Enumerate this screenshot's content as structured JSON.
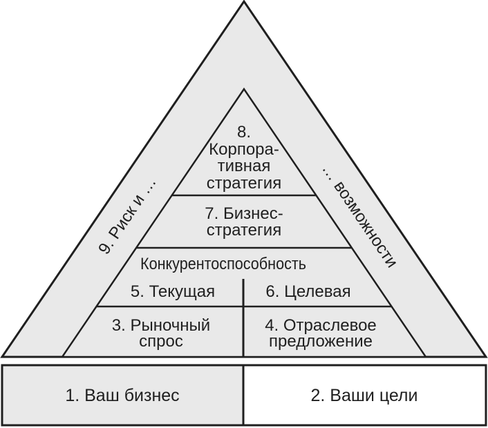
{
  "colors": {
    "fill_gray": "#e9e9e9",
    "fill_white": "#ffffff",
    "stroke": "#1f1f1f",
    "text": "#1f1f1f",
    "background": "#ffffff"
  },
  "pyramid": {
    "left_edge_label": "9. Риск и …",
    "right_edge_label": "… возможности",
    "level8": {
      "line1": "8.",
      "line2": "Корпора-",
      "line3": "тивная",
      "line4": "стратегия"
    },
    "level7": {
      "line1": "7. Бизнес-",
      "line2": "стратегия"
    },
    "competitiveness_label": "Конкурентоспособность",
    "level5_label": "5. Текущая",
    "level6_label": "6. Целевая",
    "level3": {
      "line1": "3. Рыночный",
      "line2": "спрос"
    },
    "level4": {
      "line1": "4. Отраслевое",
      "line2": "предложение"
    }
  },
  "base": {
    "cell1_label": "1. Ваш бизнес",
    "cell2_label": "2. Ваши цели"
  }
}
